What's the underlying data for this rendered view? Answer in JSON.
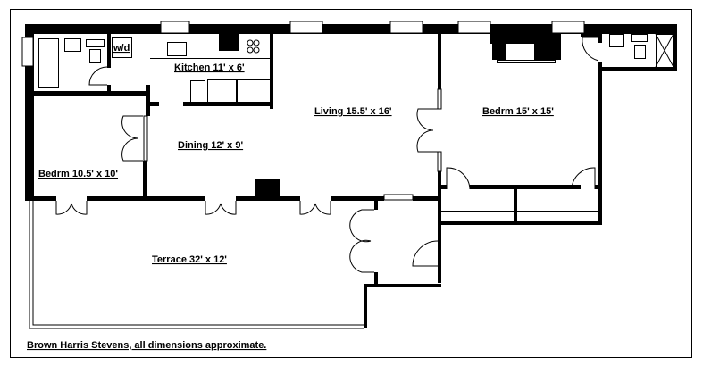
{
  "floorplan": {
    "rooms": {
      "kitchen": "Kitchen 11' x 6'",
      "living": "Living 15.5' x 16'",
      "bedroom_master": "Bedrm 15' x 15'",
      "dining": "Dining 12' x 9'",
      "bedroom_second": "Bedrm 10.5' x 10'",
      "terrace": "Terrace 32' x 12'",
      "washer_dryer": "w/d"
    },
    "caption": "Brown Harris Stevens, all dimensions approximate.",
    "colors": {
      "ink": "#000000",
      "background": "#ffffff"
    }
  }
}
